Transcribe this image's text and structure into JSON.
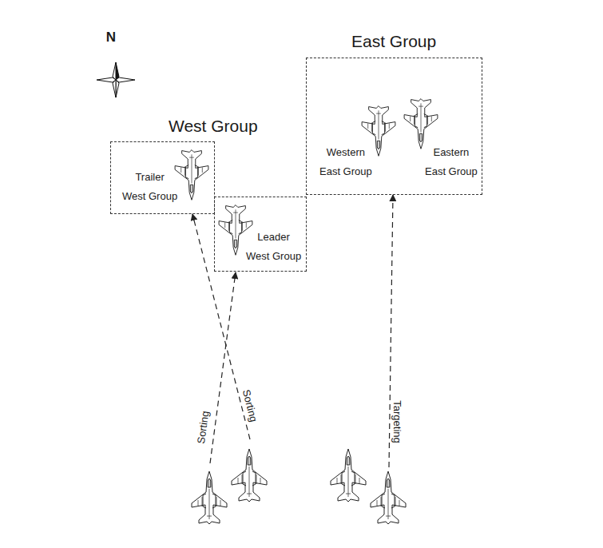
{
  "diagram": {
    "nodes": [
      {
        "text": [
          "West Group",
          "Trailer West Group"
        ]
      },
      {
        "text": [
          "Leader West Group"
        ]
      },
      {
        "text": [
          "East Group",
          "Western East Group",
          "Eastern East Group"
        ]
      }
    ],
    "labels": [
      "N",
      "Sorting",
      "Sorting",
      "Targeting"
    ]
  }
}
